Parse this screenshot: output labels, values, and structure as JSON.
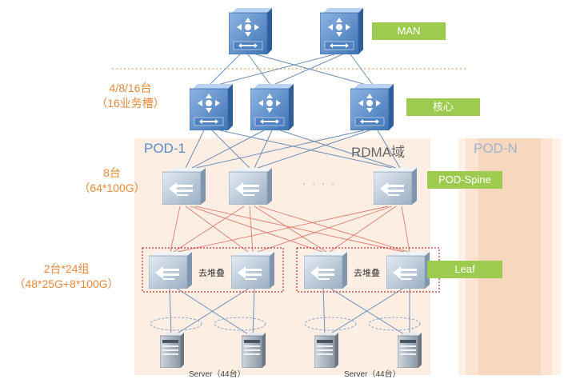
{
  "labels": {
    "core_count": "4/8/16台",
    "core_slots": "（16业务槽）",
    "spine_count": "8台",
    "spine_ports": "（64*100G）",
    "leaf_count": "2台*24组",
    "leaf_ports": "（48*25G+8*100G）"
  },
  "tags": {
    "man": "MAN",
    "core": "核心",
    "pod_spine": "POD-Spine",
    "leaf": "Leaf"
  },
  "pods": {
    "pod1": "POD-1",
    "rdma": "RDMA域",
    "podn": "POD-N"
  },
  "leaf_groups": {
    "stack_label": "去堆叠"
  },
  "spine_dots": "· · · ·",
  "servers": {
    "label": "Server（44台）"
  },
  "colors": {
    "switch_blue": "#4f86c6",
    "spine_grey": "#9fb3c6",
    "orange": "#e98a3a",
    "green": "#9dcb4f",
    "pod_bg": "#fdefe5",
    "link_red": "#e07a6e",
    "link_blue": "#6d8fb8"
  },
  "icons": [
    "router-icon",
    "spine-switch-icon",
    "server-icon"
  ]
}
